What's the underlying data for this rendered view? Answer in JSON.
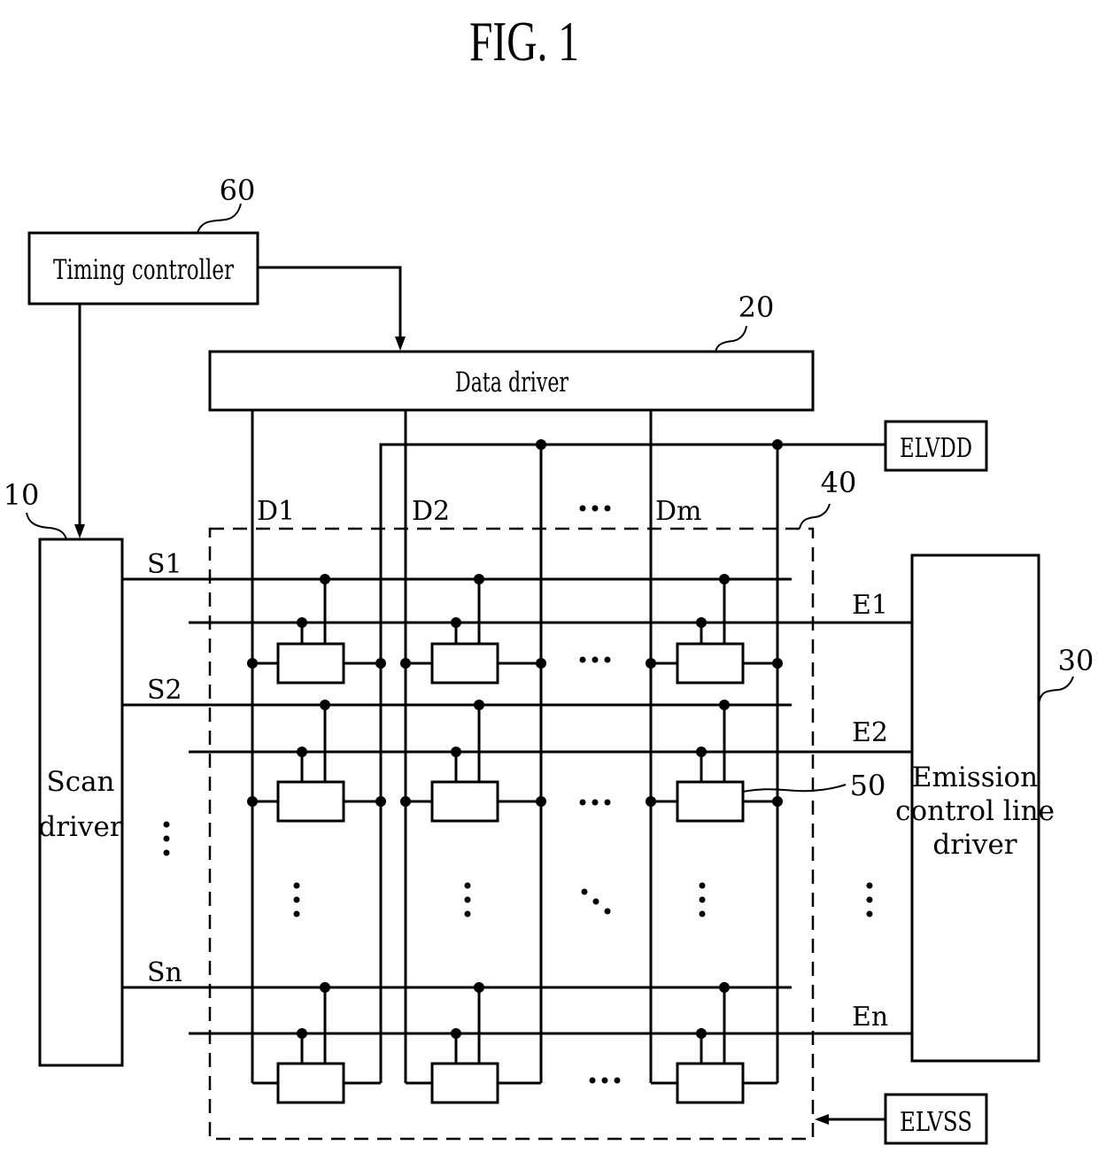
{
  "figure": {
    "title": "FIG. 1"
  },
  "blocks": {
    "timing_controller": {
      "label": "Timing controller",
      "ref": "60"
    },
    "data_driver": {
      "label": "Data driver",
      "ref": "20"
    },
    "scan_driver": {
      "label_lines": [
        "Scan",
        "driver"
      ],
      "ref": "10"
    },
    "emission_driver": {
      "label_lines": [
        "Emission",
        "control line",
        "driver"
      ],
      "ref": "30"
    },
    "elvdd": {
      "label": "ELVDD"
    },
    "elvss": {
      "label": "ELVSS"
    },
    "pixel_unit": {
      "ref": "40"
    },
    "pixel": {
      "ref": "50"
    }
  },
  "lines": {
    "data": [
      "D1",
      "D2",
      "Dm"
    ],
    "scan": [
      "S1",
      "S2",
      "Sn"
    ],
    "emission": [
      "E1",
      "E2",
      "En"
    ]
  },
  "ellipsis": {
    "horizontal": "…",
    "vertical": "⋮",
    "diagonal": "⋱"
  },
  "colors": {
    "ink": "#000000",
    "paper": "#ffffff"
  }
}
